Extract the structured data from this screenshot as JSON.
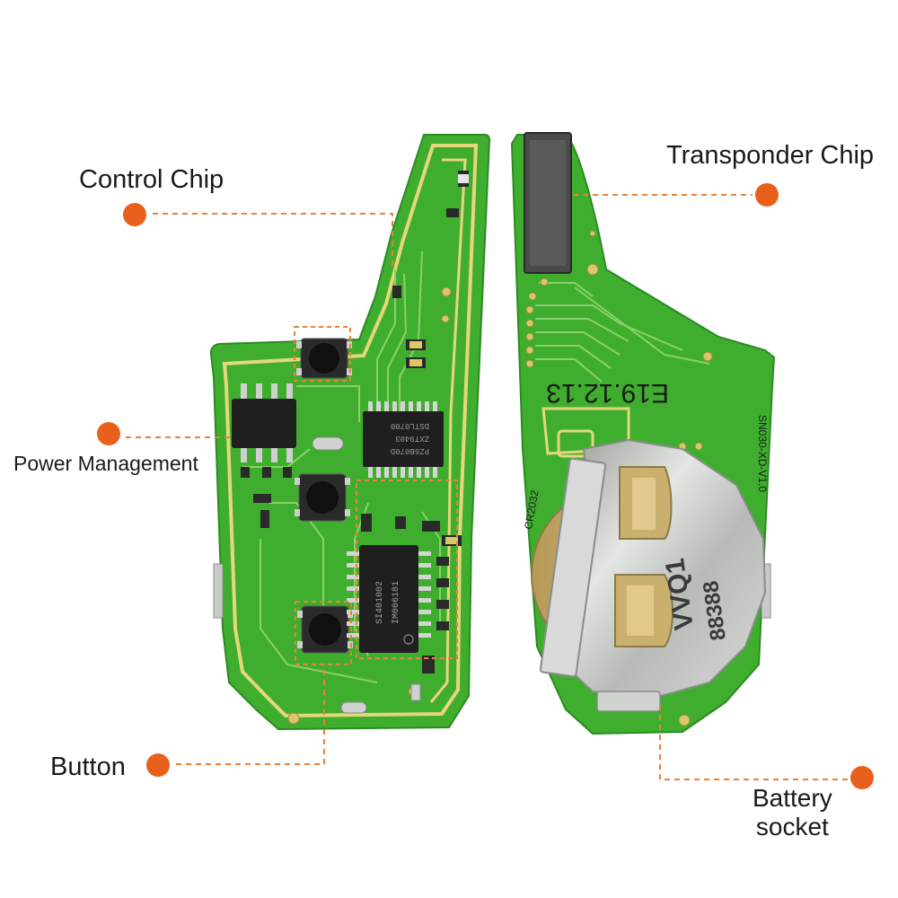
{
  "labels": {
    "control_chip": "Control Chip",
    "transponder_chip": "Transponder Chip",
    "power_management": "Power Management",
    "button": "Button",
    "battery_line1": "Battery",
    "battery_line2": "socket"
  },
  "board_text": {
    "date_code": "E19.12.13",
    "model_code": "SN030-XD-V1.0",
    "battery_model": "CR2032",
    "chip_a_line1": "PZ6B070D",
    "chip_a_line2": "ZXT9403",
    "chip_a_line3": "DSTL0700",
    "chip_b_line1": "SI401002",
    "chip_b_line2": "IM006181",
    "clip_text_1": "VVQ1",
    "clip_text_2": "88388"
  },
  "colors": {
    "pcb_green": "#3fae2f",
    "trace_yellow": "#e6d77a",
    "pad_gold": "#d9c76a",
    "marker_orange": "#e8601c",
    "leader_orange": "#e8823a",
    "chip_black": "#1f1f1f",
    "metal": "#c9cbc9"
  }
}
